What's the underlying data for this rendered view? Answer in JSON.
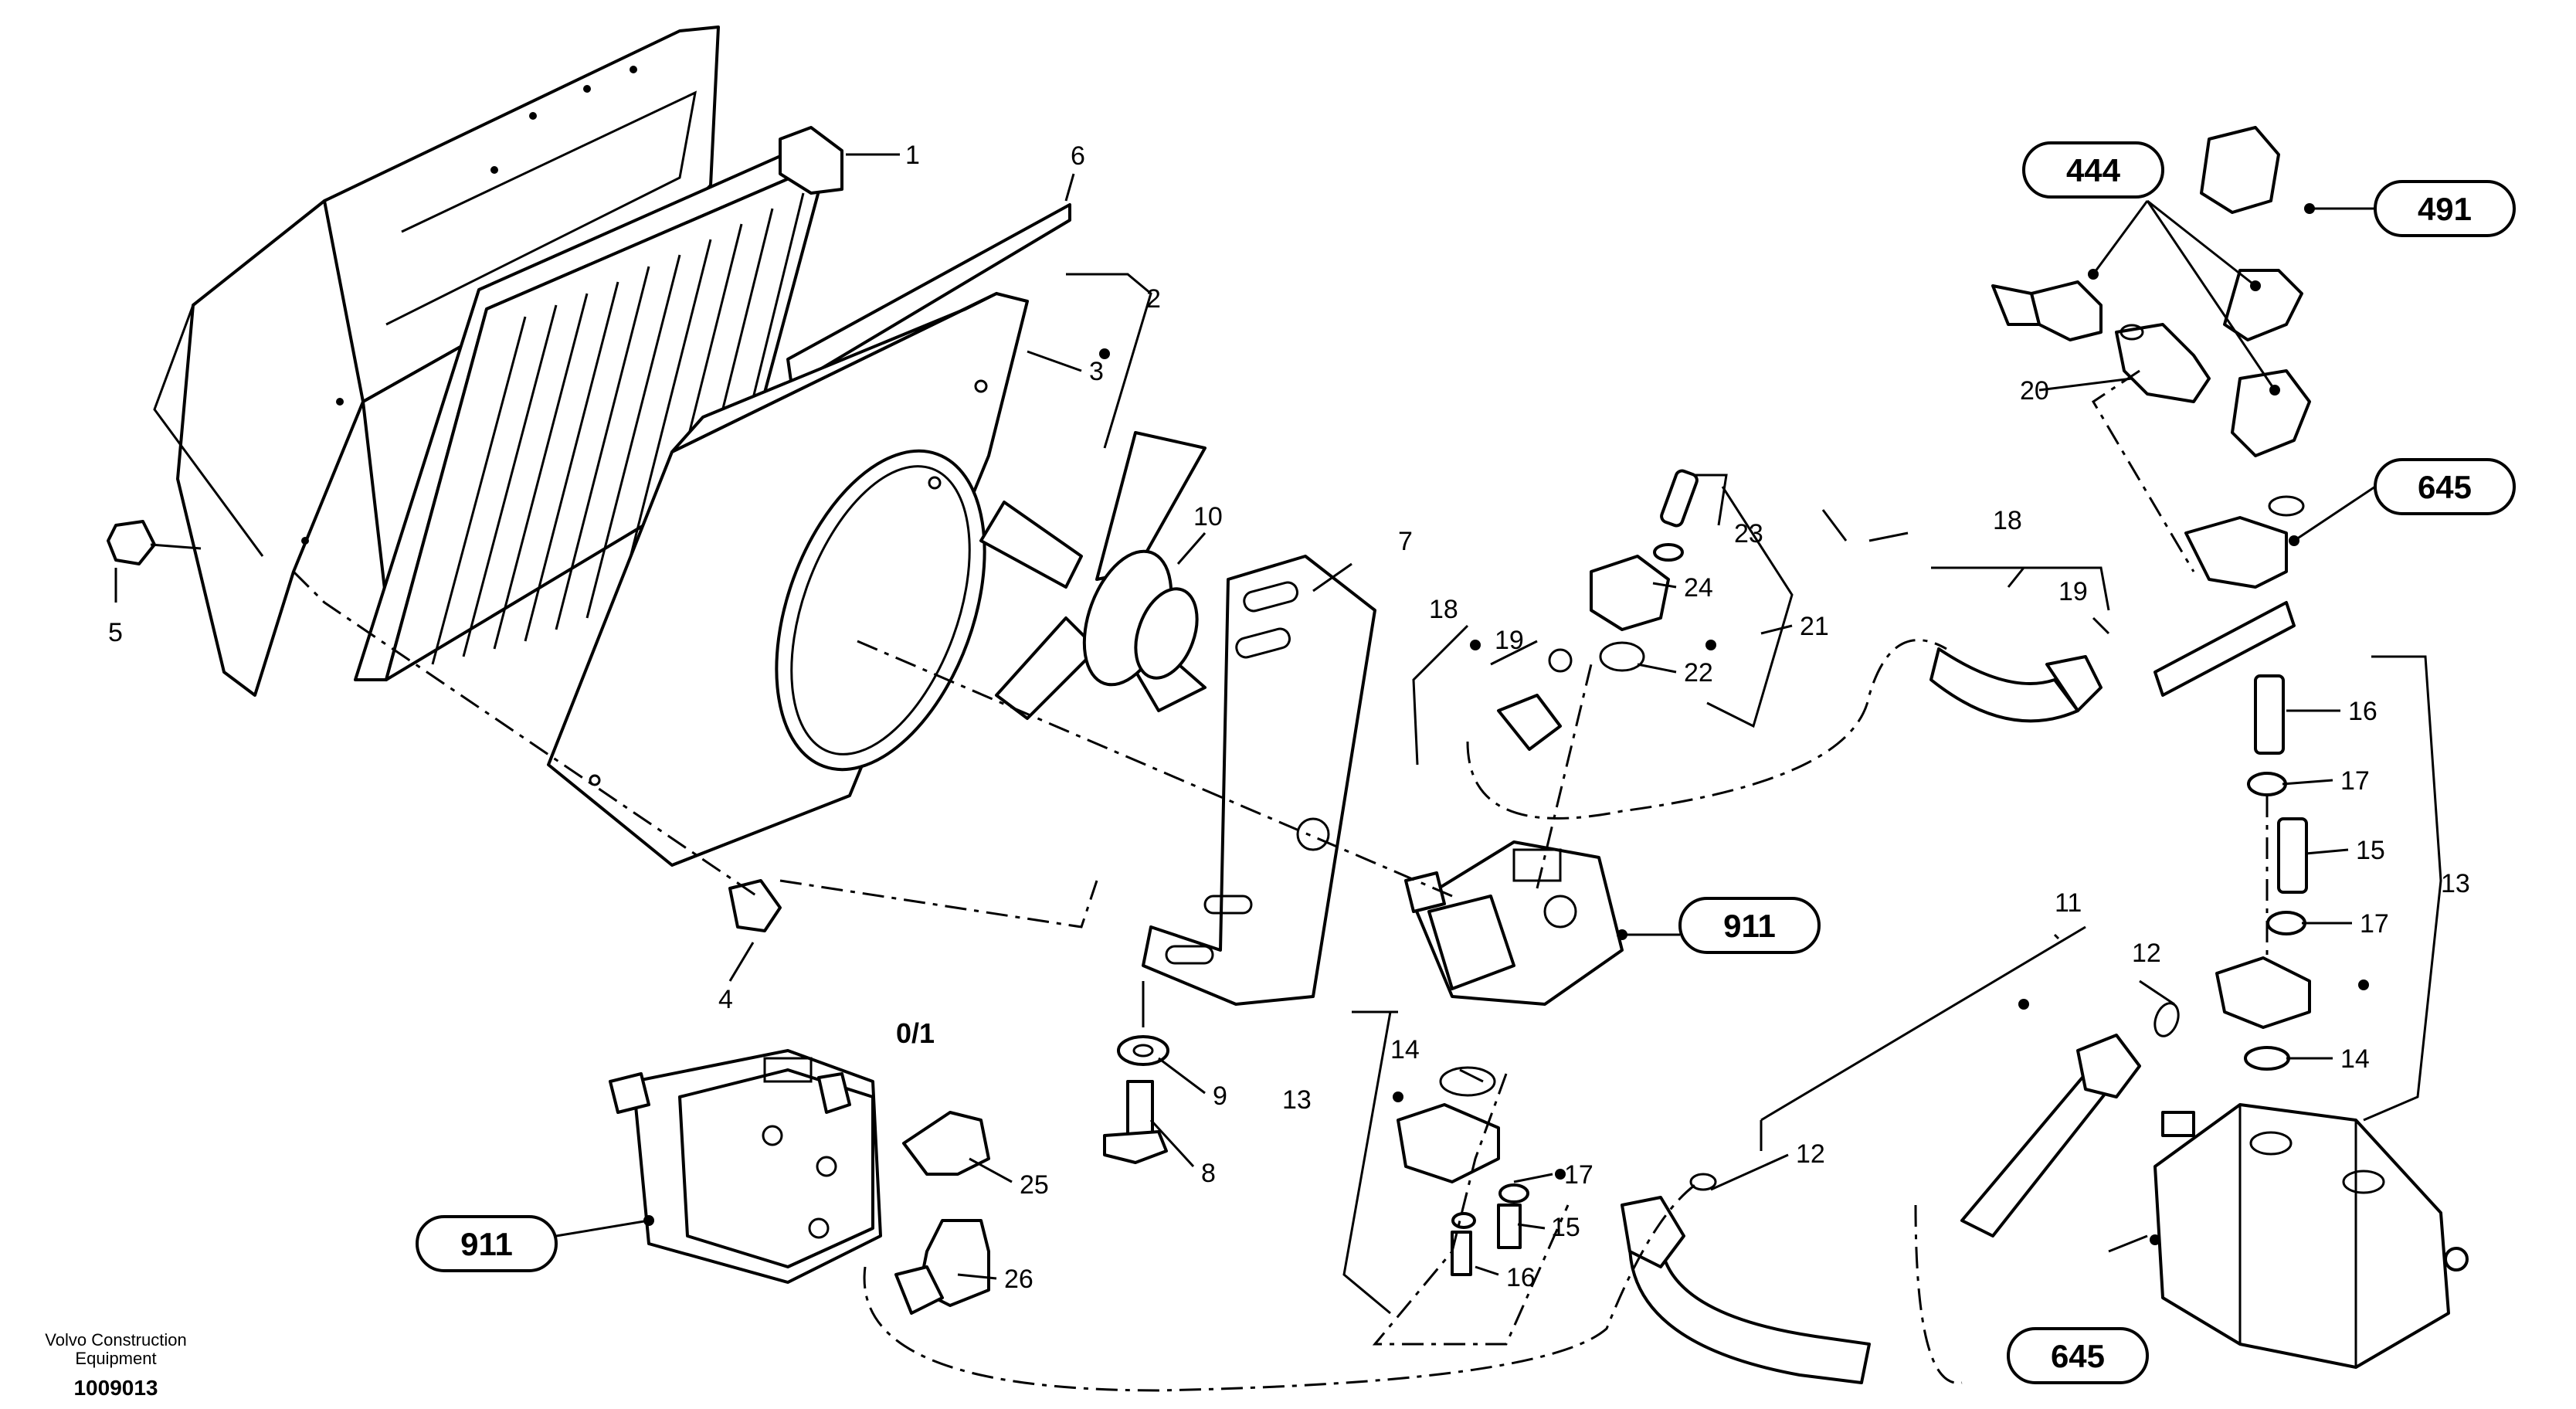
{
  "diagram": {
    "variant_label": "0/1",
    "footer": {
      "company_line1": "Volvo Construction",
      "company_line2": "Equipment",
      "drawing_id": "1009013"
    },
    "badges": {
      "b444": "444",
      "b491": "491",
      "b645_top": "645",
      "b911_mid": "911",
      "b911_left": "911",
      "b645_bottom": "645"
    },
    "callouts": {
      "c1": "1",
      "c2": "2",
      "c3": "3",
      "c4": "4",
      "c5": "5",
      "c6": "6",
      "c7": "7",
      "c8": "8",
      "c9": "9",
      "c10": "10",
      "c11": "11",
      "c12a": "12",
      "c12b": "12",
      "c13a": "13",
      "c13b": "13",
      "c14a": "14",
      "c14b": "14",
      "c15a": "15",
      "c15b": "15",
      "c16a": "16",
      "c16b": "16",
      "c17a": "17",
      "c17b": "17",
      "c17c": "17",
      "c18a": "18",
      "c18b": "18",
      "c19a": "19",
      "c19b": "19",
      "c20": "20",
      "c21": "21",
      "c22": "22",
      "c23": "23",
      "c24": "24",
      "c25": "25",
      "c26": "26"
    }
  }
}
